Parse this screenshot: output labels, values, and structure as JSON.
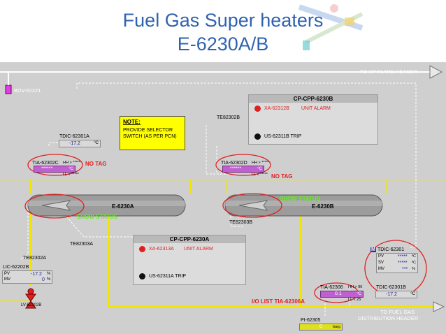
{
  "title_line1": "Fuel Gas Super heaters",
  "title_line2": "E-6230A/B",
  "hmi": {
    "to_hp_flare": "TO HP FLARE HEADER",
    "to_fuel_gas_1": "TO FUEL GAS",
    "to_fuel_gas_2": "DISTRIBUTION HEADER",
    "bdv": "BDV-62221",
    "note_title": "NOTE:",
    "note_text1": "PROVIDE SELECTOR",
    "note_text2": "SWITCH (AS PER PCN)",
    "cp_b_title": "CP-CPP-6230B",
    "cp_b_alarm_tag": "XA-62312B",
    "cp_b_alarm_text": "UNIT ALARM",
    "cp_b_trip": "US-62311B TRIP",
    "cp_a_title": "CP-CPP-6230A",
    "cp_a_alarm_tag": "XA-62313A",
    "cp_a_alarm_text": "UNIT ALARM",
    "cp_a_trip": "US-62311A TRIP",
    "tdic_62301a": "TDIC-62301A",
    "tdic_62301a_val": "-17.2",
    "tdic_62301a_unit": "ºC",
    "tia_62302c": "TIA-62302C",
    "tia_62302c_hh": "HH > *****",
    "tia_62302c_val": "******",
    "tia_62302c_unit": "ºC",
    "tia_62302c_ll": "LL < *****",
    "no_tag_1": "NO TAG",
    "te82302b": "TE82302B",
    "tia_62302d": "TIA-62302D",
    "tia_62302d_hh": "HH > *****",
    "tia_62302d_val": "******",
    "tia_62302d_unit": "ºC",
    "tia_62302d_ll": "LL < *****",
    "no_tag_2": "NO TAG",
    "e6230a": "E-6230A",
    "e6230b": "E-6230B",
    "show_status_1": "SHOW STATUS",
    "show_status_2": "SHOW STATUS",
    "te82303b": "TE82303B",
    "te82303a": "TE82303A",
    "te82302a": "TE82302A",
    "lic_62202b": "LIC-62202B",
    "lic_pv_label": "PV",
    "lic_pv_val": "-17.2",
    "lic_pv_unit": "%",
    "lic_mv_label": "MV",
    "lic_mv_val": "0",
    "lic_mv_unit": "%",
    "lv_62202b": "LV-62202B",
    "m_badge": "M",
    "tdic_62301": "TDIC-62301",
    "tdic_pv_label": "PV",
    "tdic_sv_label": "SV",
    "tdic_mv_label": "MV",
    "tdic_pv_val": "*****",
    "tdic_pv_unit": "ºC",
    "tdic_sv_val": "*****",
    "tdic_sv_unit": "ºC",
    "tdic_mv_val": "***",
    "tdic_mv_unit": "%",
    "tia_62306": "TIA-62306",
    "tia_62306_hh": "HH > 90",
    "tia_62306_val": "0.1",
    "tia_62306_unit": "ºC",
    "tia_62306_ll": "LL < 25",
    "io_list": "I/O LIST TIA-62306A",
    "tdic_62301b": "TDIC-62301B",
    "tdic_62301b_val": "-17.2",
    "tdic_62301b_unit": "ºC",
    "pi_62305": "PI-62305",
    "pi_62305_val": "0",
    "pi_62305_unit": "barg"
  },
  "colors": {
    "pipe_yellow": "#f2e600",
    "accent_red": "#e02020",
    "title_blue": "#2f63b0",
    "status_green": "#66ee22"
  }
}
